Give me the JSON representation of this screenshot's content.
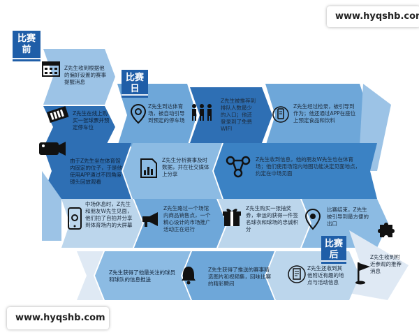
{
  "watermark": {
    "text": "www.hyqshb.com"
  },
  "badges": {
    "before": {
      "line1": "比赛",
      "line2": "前"
    },
    "day": {
      "line1": "比赛",
      "line2": "日"
    },
    "after": {
      "line1": "比赛",
      "line2": "后"
    }
  },
  "steps": [
    "Z先生收到根据他的偏好设置的赛事提醒消息",
    "Z先生在线上购买一张球票并预定停车位",
    "Z先生到达体育场，被自动引导到预定的停车场",
    "Z先生被推荐到排队人数最少的入口；他还登录到了免费WIFI",
    "Z先生经过检录，被引导到作为；他还通过APP在座位上预定食品和饮料",
    "由于Z先生坐在体育馆内固定的位子，于是他使用APP通过不同角度镜头回放观看",
    "Z先生分析赛事及时数据，并在社交媒体上分享",
    "Z先生收到信息，他的朋友W先生也在体育场；他们使用场馆内地图功能决定见面地点，约定在中场见面",
    "中场休息时，Z先生和朋友W先生见面，他们拍了自拍并分享到体育场内的大屏幕",
    "Z先生路过一个场馆内商品销售点，一个精心设计的市场推广活动正在进行",
    "Z先生购买一张抽奖券，幸运的获得一件签名球衣和球场的忠诚积分",
    "比赛结束，Z先生被引导到最方便的出口",
    "Z先生收到附近参观的推荐消息",
    "Z先生还收到其他附近有趣的地点与活动信息",
    "Z先生获得了推送的赛事精选图片和视频集，回味比赛的精彩瞬间",
    "Z先生获得了他最关注的球员和球队的信息推送"
  ],
  "colors": {
    "band_light": "#bcd6ec",
    "band_mid": "#5a9bd3",
    "band_dark": "#2d74b8",
    "badge": "#1f5ea8"
  }
}
